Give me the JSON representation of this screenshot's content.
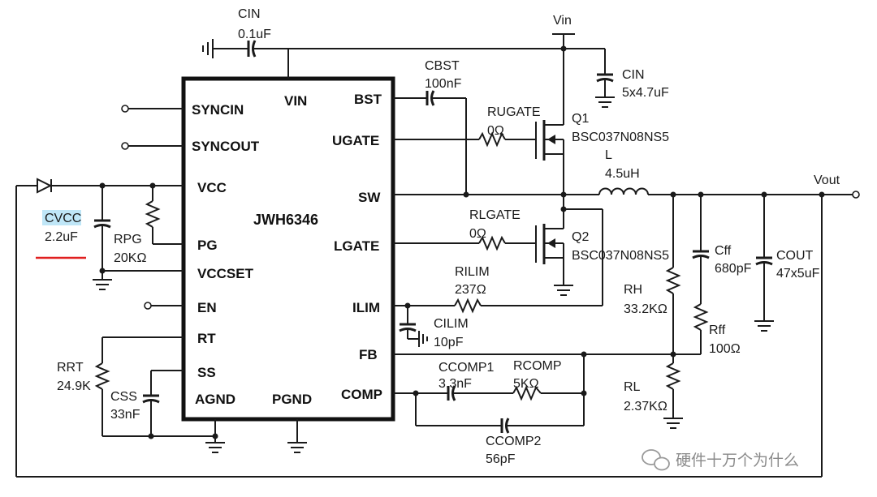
{
  "chip": {
    "name": "JWH6346",
    "pins": {
      "syncin": "SYNCIN",
      "syncout": "SYNCOUT",
      "vcc": "VCC",
      "pg": "PG",
      "vccset": "VCCSET",
      "en": "EN",
      "rt": "RT",
      "ss": "SS",
      "agnd": "AGND",
      "vin": "VIN",
      "pgnd": "PGND",
      "bst": "BST",
      "ugate": "UGATE",
      "sw": "SW",
      "lgate": "LGATE",
      "ilim": "ILIM",
      "fb": "FB",
      "comp": "COMP"
    }
  },
  "components": {
    "cin_top": {
      "name": "CIN",
      "value": "0.1uF"
    },
    "vin": {
      "name": "Vin"
    },
    "cbst": {
      "name": "CBST",
      "value": "100nF"
    },
    "cin_bulk": {
      "name": "CIN",
      "value": "5x4.7uF"
    },
    "rugate": {
      "name": "RUGATE",
      "value": "0Ω"
    },
    "q1": {
      "name": "Q1",
      "part": "BSC037N08NS5"
    },
    "l": {
      "name": "L",
      "value": "4.5uH"
    },
    "vout": {
      "name": "Vout"
    },
    "rlgate": {
      "name": "RLGATE",
      "value": "0Ω"
    },
    "q2": {
      "name": "Q2",
      "part": "BSC037N08NS5"
    },
    "rilim": {
      "name": "RILIM",
      "value": "237Ω"
    },
    "cilim": {
      "name": "CILIM",
      "value": "10pF"
    },
    "cff": {
      "name": "Cff",
      "value": "680pF"
    },
    "cout": {
      "name": "COUT",
      "value": "47x5uF"
    },
    "rh": {
      "name": "RH",
      "value": "33.2KΩ"
    },
    "rff": {
      "name": "Rff",
      "value": "100Ω"
    },
    "rl": {
      "name": "RL",
      "value": "2.37KΩ"
    },
    "ccomp1": {
      "name": "CCOMP1",
      "value": "3.3nF"
    },
    "rcomp": {
      "name": "RCOMP",
      "value": "5KΩ"
    },
    "ccomp2": {
      "name": "CCOMP2",
      "value": "56pF"
    },
    "cvcc": {
      "name": "CVCC",
      "value": "2.2uF"
    },
    "rpg": {
      "name": "RPG",
      "value": "20KΩ"
    },
    "rrt": {
      "name": "RRT",
      "value": "24.9K"
    },
    "css": {
      "name": "CSS",
      "value": "33nF"
    }
  },
  "watermark": {
    "text": "硬件十万个为什么"
  },
  "colors": {
    "highlight": "#bfe6f7",
    "underline": "#e02020",
    "wire": "#1a1a1a"
  }
}
